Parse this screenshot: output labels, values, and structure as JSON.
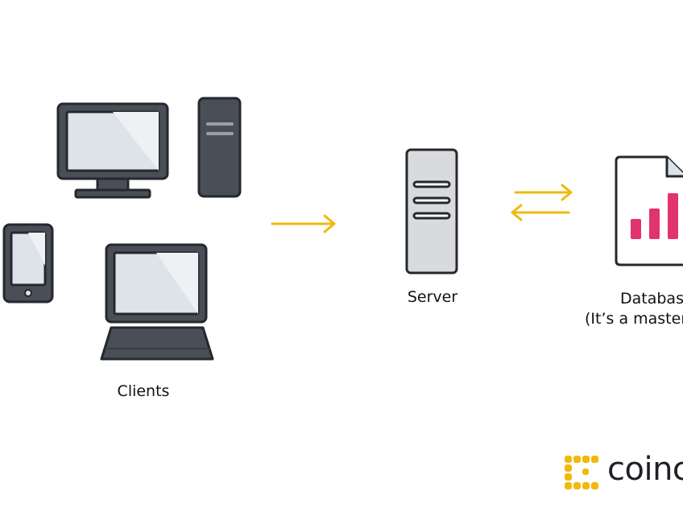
{
  "labels": {
    "clients": "Clients",
    "server": "Server",
    "database_line1": "Databas",
    "database_line2": "(It’s a master"
  },
  "brand": {
    "text": "coinc"
  },
  "colors": {
    "device_dark": "#4a4e57",
    "device_outline": "#25282e",
    "screen": "#dde3e9",
    "server_body": "#d9dadc",
    "arrow": "#f0b90b",
    "db_bars": "#e1336f",
    "brand_yellow": "#f0b90b"
  },
  "icons": [
    "desktop-monitor-icon",
    "tower-pc-icon",
    "phone-icon",
    "laptop-icon",
    "server-icon",
    "database-document-icon",
    "brand-logo-icon"
  ]
}
